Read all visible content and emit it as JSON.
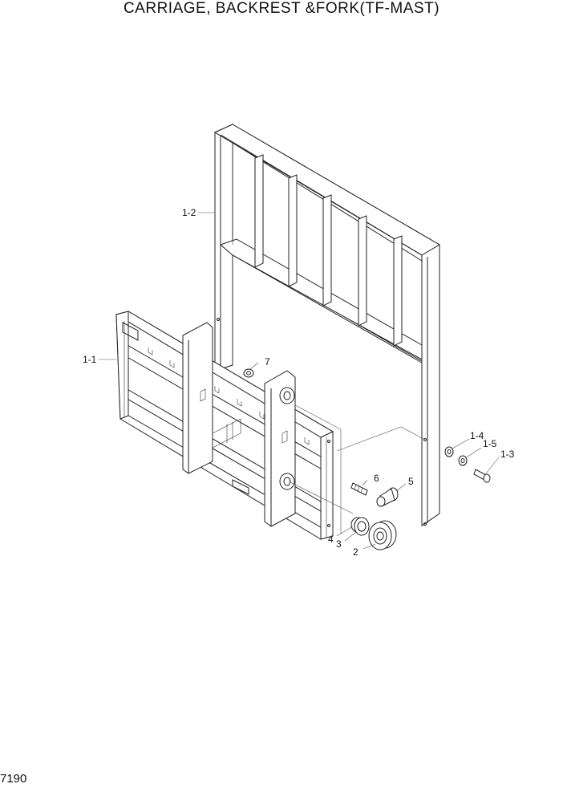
{
  "title": "CARRIAGE, BACKREST &FORK(TF-MAST)",
  "page_number": "7190",
  "callouts": {
    "c1_1": "1-1",
    "c1_2": "1-2",
    "c1_3": "1-3",
    "c1_4": "1-4",
    "c1_5": "1-5",
    "c2": "2",
    "c3": "3",
    "c4": "4",
    "c5": "5",
    "c6": "6",
    "c7": "7"
  }
}
